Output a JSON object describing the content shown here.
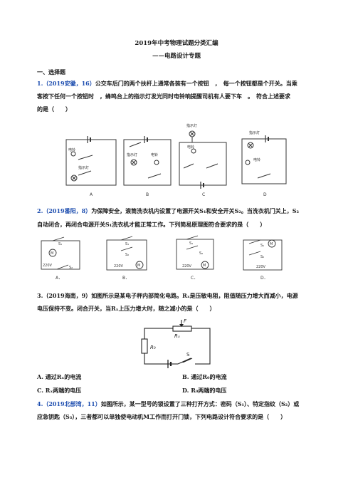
{
  "doc": {
    "title": "2019年中考物理试题分类汇编",
    "subtitle": "——电路设计专题",
    "section": "一、选择题",
    "q1": {
      "tag": "1.（2019安徽，16）",
      "line1": "公交车后门的两个扶杆上通常各装有一个按钮　，　每一个按钮都是个开关。当乘",
      "line2": "客按下任何一个按钮时　，蜂鸣台上的指示灯发光同时电铃响提醒司机有人要下车　。　符合上述要求",
      "line3": "的是（　　）",
      "options": [
        "A",
        "B",
        "C",
        "D"
      ],
      "label_bell": "电铃",
      "label_lamp": "指示灯"
    },
    "q2": {
      "tag": "2.（2019番阳，8）",
      "line1": "为保障安全，滚筒洗衣机内设置了电源开关S₁和安全开关S₂。当洗衣机门关上，S₂",
      "line2": "自动闭合，再闭合电源开关S₁洗衣机才能正常工作。下列简易原理图符合要求的是（　　）",
      "options": [
        "A．",
        "B．",
        "C．",
        "D．"
      ],
      "voltage": "220V",
      "motor": "M",
      "s1": "S₁",
      "s2": "S₂"
    },
    "q3": {
      "tag": "3.（2019海南，9）",
      "line1": "如图所示是某电子秤内部简化电路。Rₓ是压敏电阻，阻值随压力增大而减小，电源",
      "line2": "电压保持不变。闭合开关，当Rₓ上压力增大时，随之减小的是（　　）",
      "label_f": "F",
      "label_rx": "Rₓ",
      "label_r0": "R₀",
      "label_s": "S",
      "optA": "A. 通过Rₓ的电流",
      "optB": "B. 通过R₀的电流",
      "optC": "C. Rₓ两端的电压",
      "optD": "D. R₀两端的电压"
    },
    "q4": {
      "tag": "4.（2019北部湾，11）",
      "line1": "如图所示，某一型号的锁设置了三种打开方式：密码（S₁）、特定指纹（S₂）或",
      "line2": "应急钥匙（S₃），三者都可以单独使电动机M工作而打开门锁，下列电路设计符合要求的是（　　）"
    }
  }
}
